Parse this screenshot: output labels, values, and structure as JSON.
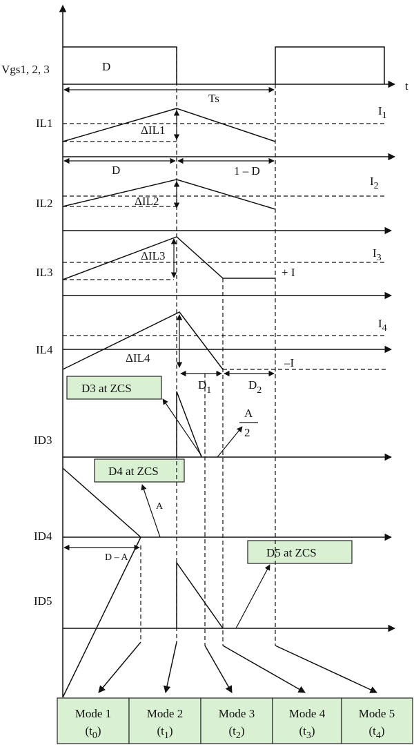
{
  "axis": {
    "time_label": "t"
  },
  "signals": {
    "vgs": "Vgs1, 2, 3",
    "il1": "IL1",
    "il2": "IL2",
    "il3": "IL3",
    "il4": "IL4",
    "id3": "ID3",
    "id4": "ID4",
    "id5": "ID5"
  },
  "annotations": {
    "duty": "D",
    "period": "Ts",
    "one_minus_d": "1 – D",
    "i1": "I",
    "i1_sub": "1",
    "i2": "I",
    "i2_sub": "2",
    "i3": "I",
    "i3_sub": "3",
    "i4": "I",
    "i4_sub": "4",
    "dil1": "ΔIL1",
    "dil2": "ΔIL2",
    "dil3": "ΔIL3",
    "dil4": "ΔIL4",
    "plus_i": "+ I",
    "minus_i": "–I",
    "d1": "D",
    "d1_sub": "1",
    "d2": "D",
    "d2_sub": "2",
    "a_label": "A",
    "a_half_num": "A",
    "a_half_den": "2",
    "d_minus_a": "D – A"
  },
  "callouts": {
    "d3_zcs": "D3 at ZCS",
    "d4_zcs": "D4 at ZCS",
    "d5_zcs": "D5 at ZCS"
  },
  "modes": [
    {
      "label": "Mode 1",
      "time": "t",
      "sub": "0"
    },
    {
      "label": "Mode 2",
      "time": "t",
      "sub": "1"
    },
    {
      "label": "Mode 3",
      "time": "t",
      "sub": "2"
    },
    {
      "label": "Mode 4",
      "time": "t",
      "sub": "3"
    },
    {
      "label": "Mode 5",
      "time": "t",
      "sub": "4"
    }
  ],
  "colors": {
    "callout_fill": "#d9f0d3",
    "line": "#111111"
  }
}
